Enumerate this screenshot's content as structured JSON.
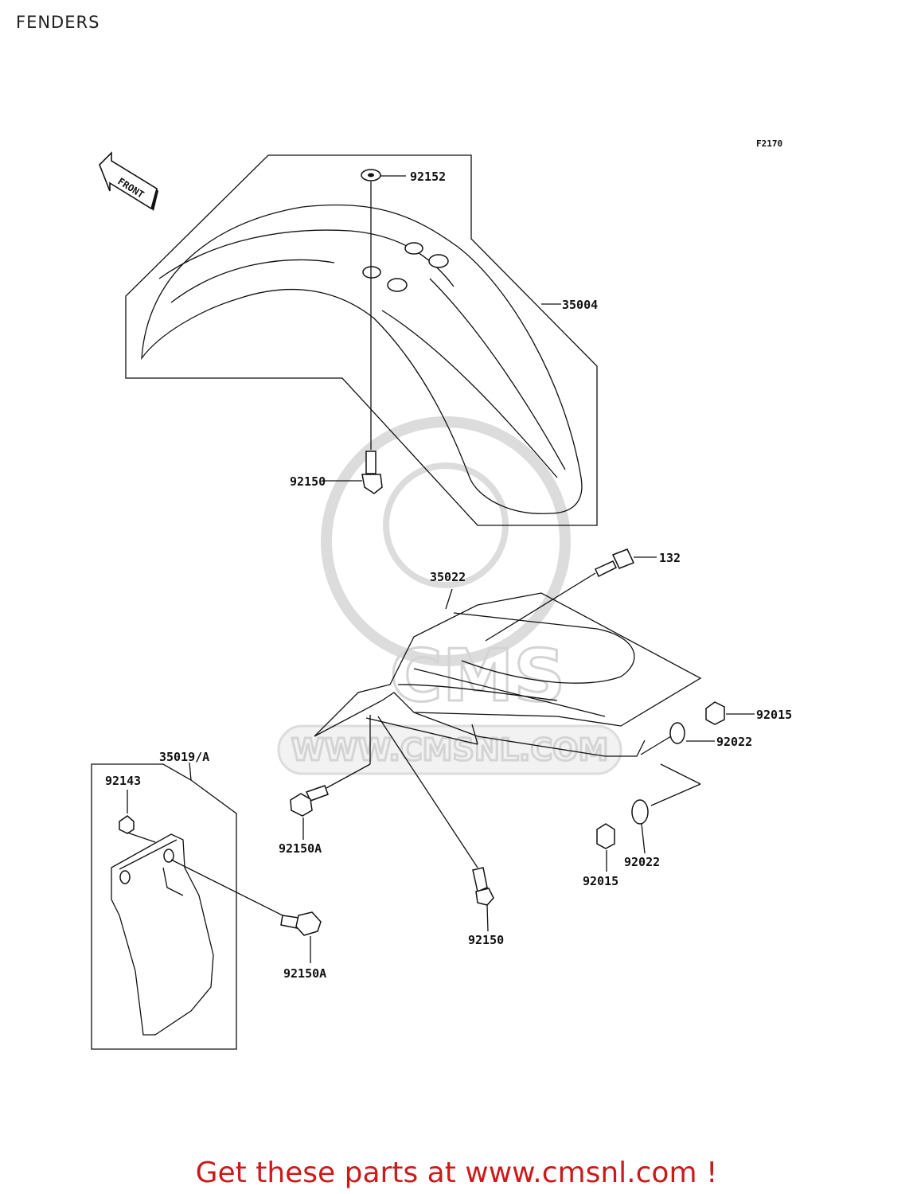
{
  "page": {
    "title": "FENDERS"
  },
  "diagram": {
    "ref_code": "F2170",
    "direction_label": "FRONT",
    "watermark": {
      "logo_text": "CMS",
      "url_text": "WWW.CMSNL.COM"
    },
    "part_labels": {
      "p92152": "92152",
      "p35004": "35004",
      "p92150_top": "92150",
      "p132": "132",
      "p35022": "35022",
      "p92015_right": "92015",
      "p92022_right": "92022",
      "p35019A": "35019/A",
      "p92143": "92143",
      "p92150A_mid": "92150A",
      "p92015_low": "92015",
      "p92022_low": "92022",
      "p92150_low": "92150",
      "p92150A_low": "92150A"
    }
  },
  "footer": {
    "cta_text": "Get these parts at www.cmsnl.com !"
  }
}
